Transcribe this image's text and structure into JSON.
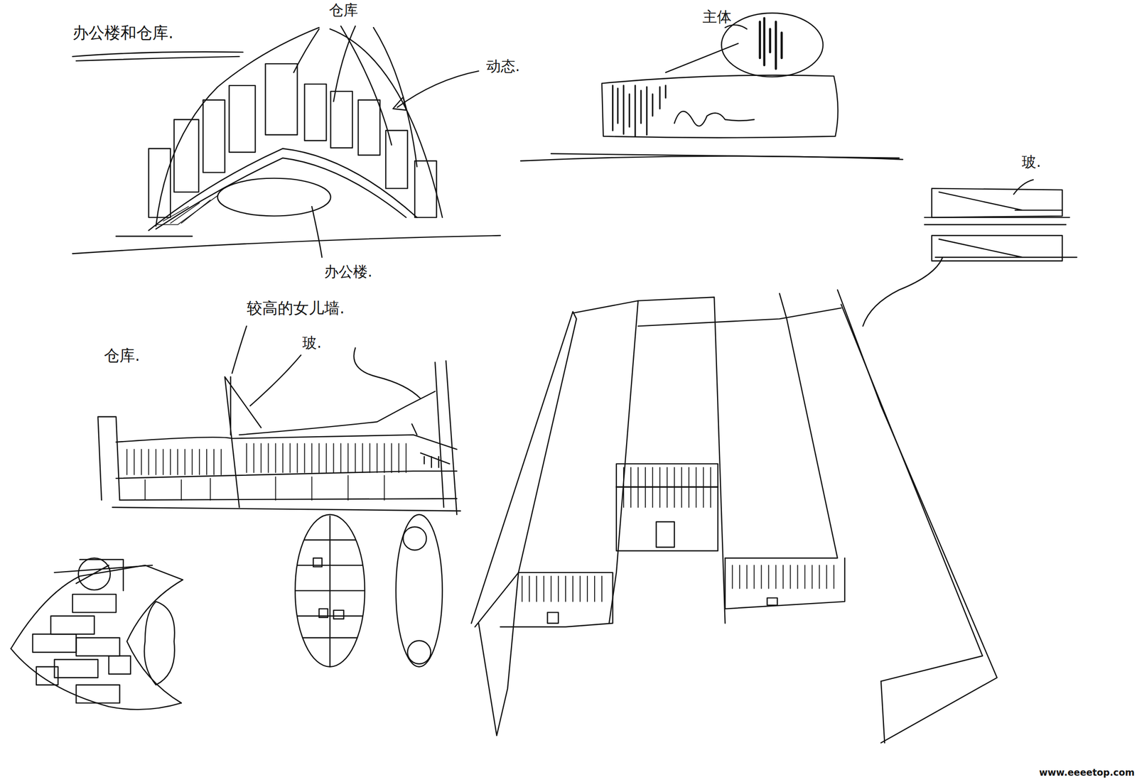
{
  "diagram": {
    "labels": [
      "办公楼和仓库.",
      "仓库",
      "动态.",
      "办公楼.",
      "主体",
      "玻.",
      "较高的女儿墙.",
      "仓库.",
      "玻.",
      "www.eeeetop.com"
    ]
  }
}
